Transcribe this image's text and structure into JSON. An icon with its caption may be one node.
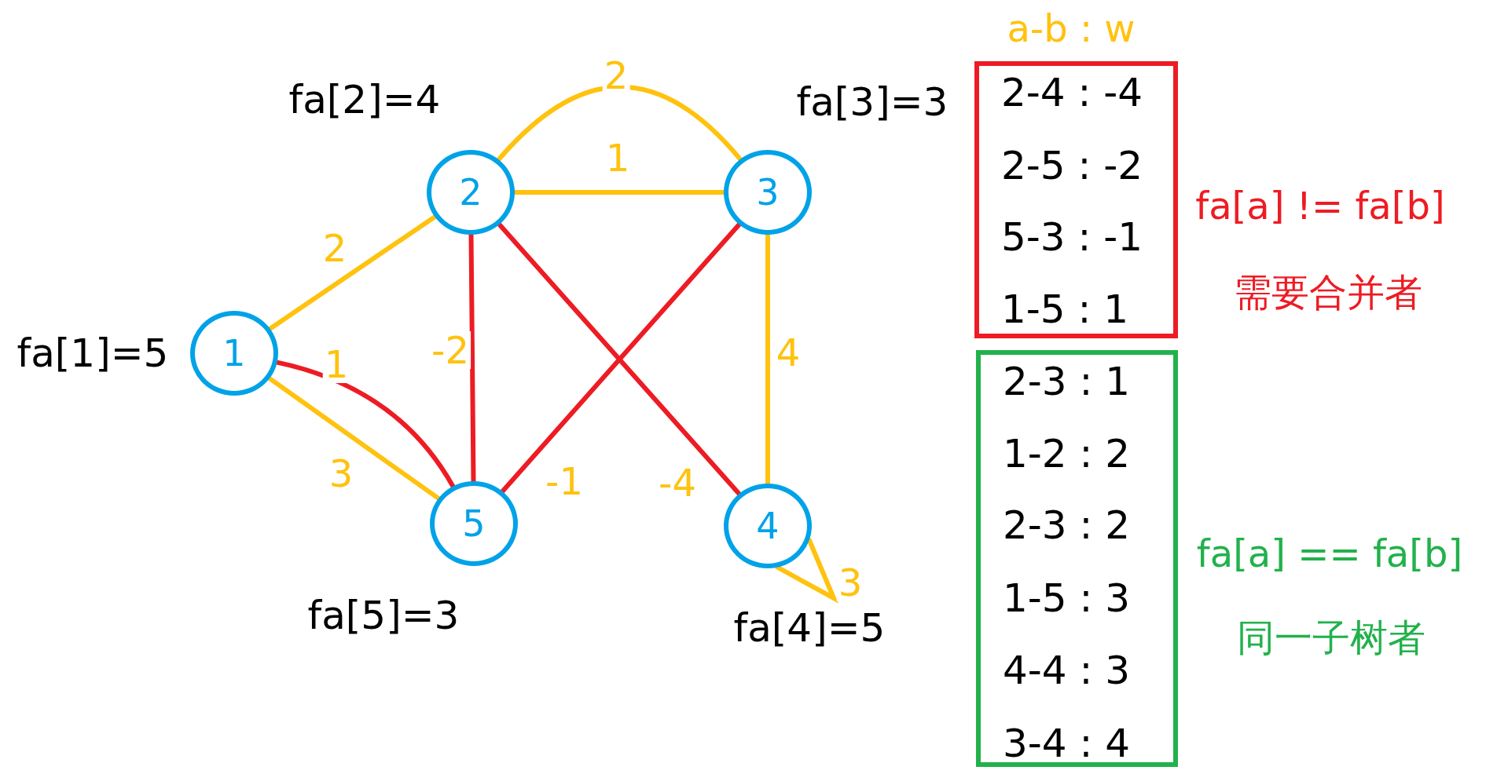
{
  "diagram": {
    "nodes": [
      {
        "text": [
          "2"
        ],
        "beside": [
          "fa[2]=4"
        ]
      },
      {
        "text": [
          "3"
        ],
        "beside": [
          "fa[3]=3"
        ]
      },
      {
        "text": [
          "1"
        ],
        "beside": [
          "fa[1]=5"
        ]
      },
      {
        "text": [
          "5"
        ],
        "beside": [
          "fa[5]=3"
        ]
      },
      {
        "text": [
          "4"
        ],
        "beside": [
          "fa[4]=5"
        ]
      },
      {
        "text": [
          "2-4 : -4",
          "2-5 : -2",
          "5-3 : -1",
          "1-5 : 1"
        ],
        "beside": [
          "a-b : w",
          "fa[a] != fa[b]",
          "需要合并者"
        ]
      },
      {
        "text": [
          "2-3 : 1",
          "1-2 : 2",
          "2-3 : 2",
          "1-5 : 3",
          "4-4 : 3",
          "3-4 : 4"
        ],
        "beside": [
          "fa[a] == fa[b]",
          "同一子树者"
        ]
      }
    ],
    "edges": [
      {
        "from": 0,
        "to": 1,
        "arrow": "none",
        "label": "2"
      },
      {
        "from": 0,
        "to": 1,
        "arrow": "none",
        "label": "1"
      },
      {
        "from": 2,
        "to": 0,
        "arrow": "none",
        "label": "2"
      },
      {
        "from": 2,
        "to": 3,
        "arrow": "none",
        "label": "1",
        "color": "#ed1c24"
      },
      {
        "from": 2,
        "to": 3,
        "arrow": "none",
        "label": "3"
      },
      {
        "from": 0,
        "to": 3,
        "arrow": "none",
        "label": "-2",
        "color": "#ed1c24"
      },
      {
        "from": 0,
        "to": 4,
        "arrow": "none",
        "label": "-4",
        "color": "#ed1c24"
      },
      {
        "from": 1,
        "to": 3,
        "arrow": "none",
        "label": "-1",
        "color": "#ed1c24"
      },
      {
        "from": 1,
        "to": 4,
        "arrow": "none",
        "label": "4"
      },
      {
        "from": 4,
        "to": 4,
        "arrow": "none",
        "label": "3"
      }
    ]
  }
}
